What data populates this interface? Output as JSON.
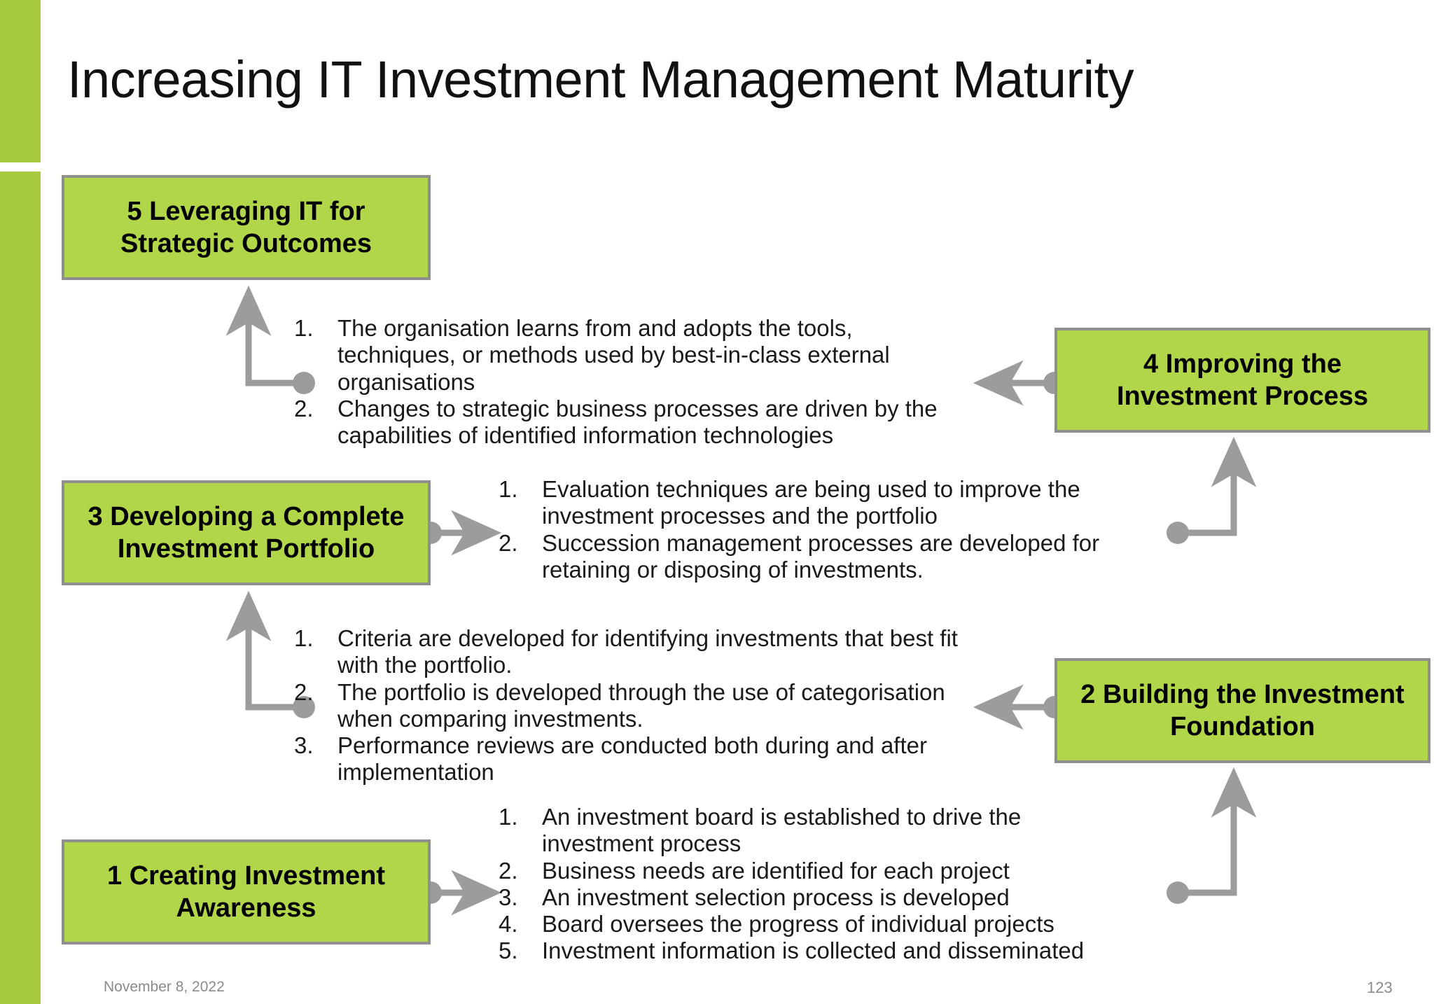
{
  "slide": {
    "title": "Increasing IT Investment Management Maturity",
    "accent_color": "#a8ca3d",
    "box_fill": "#b2d64a",
    "box_border": "#8f8f8f",
    "connector_color": "#9c9c9c"
  },
  "stages": {
    "stage5": {
      "line1": "5 Leveraging IT for",
      "line2": "Strategic Outcomes"
    },
    "stage4": {
      "line1": "4 Improving the",
      "line2": "Investment Process"
    },
    "stage3": {
      "line1": "3 Developing a Complete",
      "line2": "Investment Portfolio"
    },
    "stage2": {
      "line1": "2 Building the Investment",
      "line2": "Foundation"
    },
    "stage1": {
      "line1": "1 Creating Investment",
      "line2": "Awareness"
    }
  },
  "lists": {
    "to_stage5": [
      "The organisation learns from and adopts the tools, techniques, or methods used by best-in-class external organisations",
      "Changes to strategic business processes are driven by the capabilities of identified information technologies"
    ],
    "from_stage3": [
      "Evaluation techniques are being used to improve the investment processes and the portfolio",
      "Succession management processes are developed for retaining or disposing of investments."
    ],
    "to_stage3": [
      "Criteria are developed for identifying investments that best fit with the portfolio.",
      "The portfolio is developed through the use of categorisation when comparing investments.",
      "Performance reviews are conducted both during and after implementation"
    ],
    "from_stage1": [
      "An investment board is established to drive the investment process",
      "Business needs are identified for each project",
      "An investment selection process is developed",
      "Board oversees the progress of individual projects",
      "Investment information is collected and disseminated"
    ]
  },
  "footer": {
    "date": "November 8, 2022",
    "page_number": "123"
  }
}
